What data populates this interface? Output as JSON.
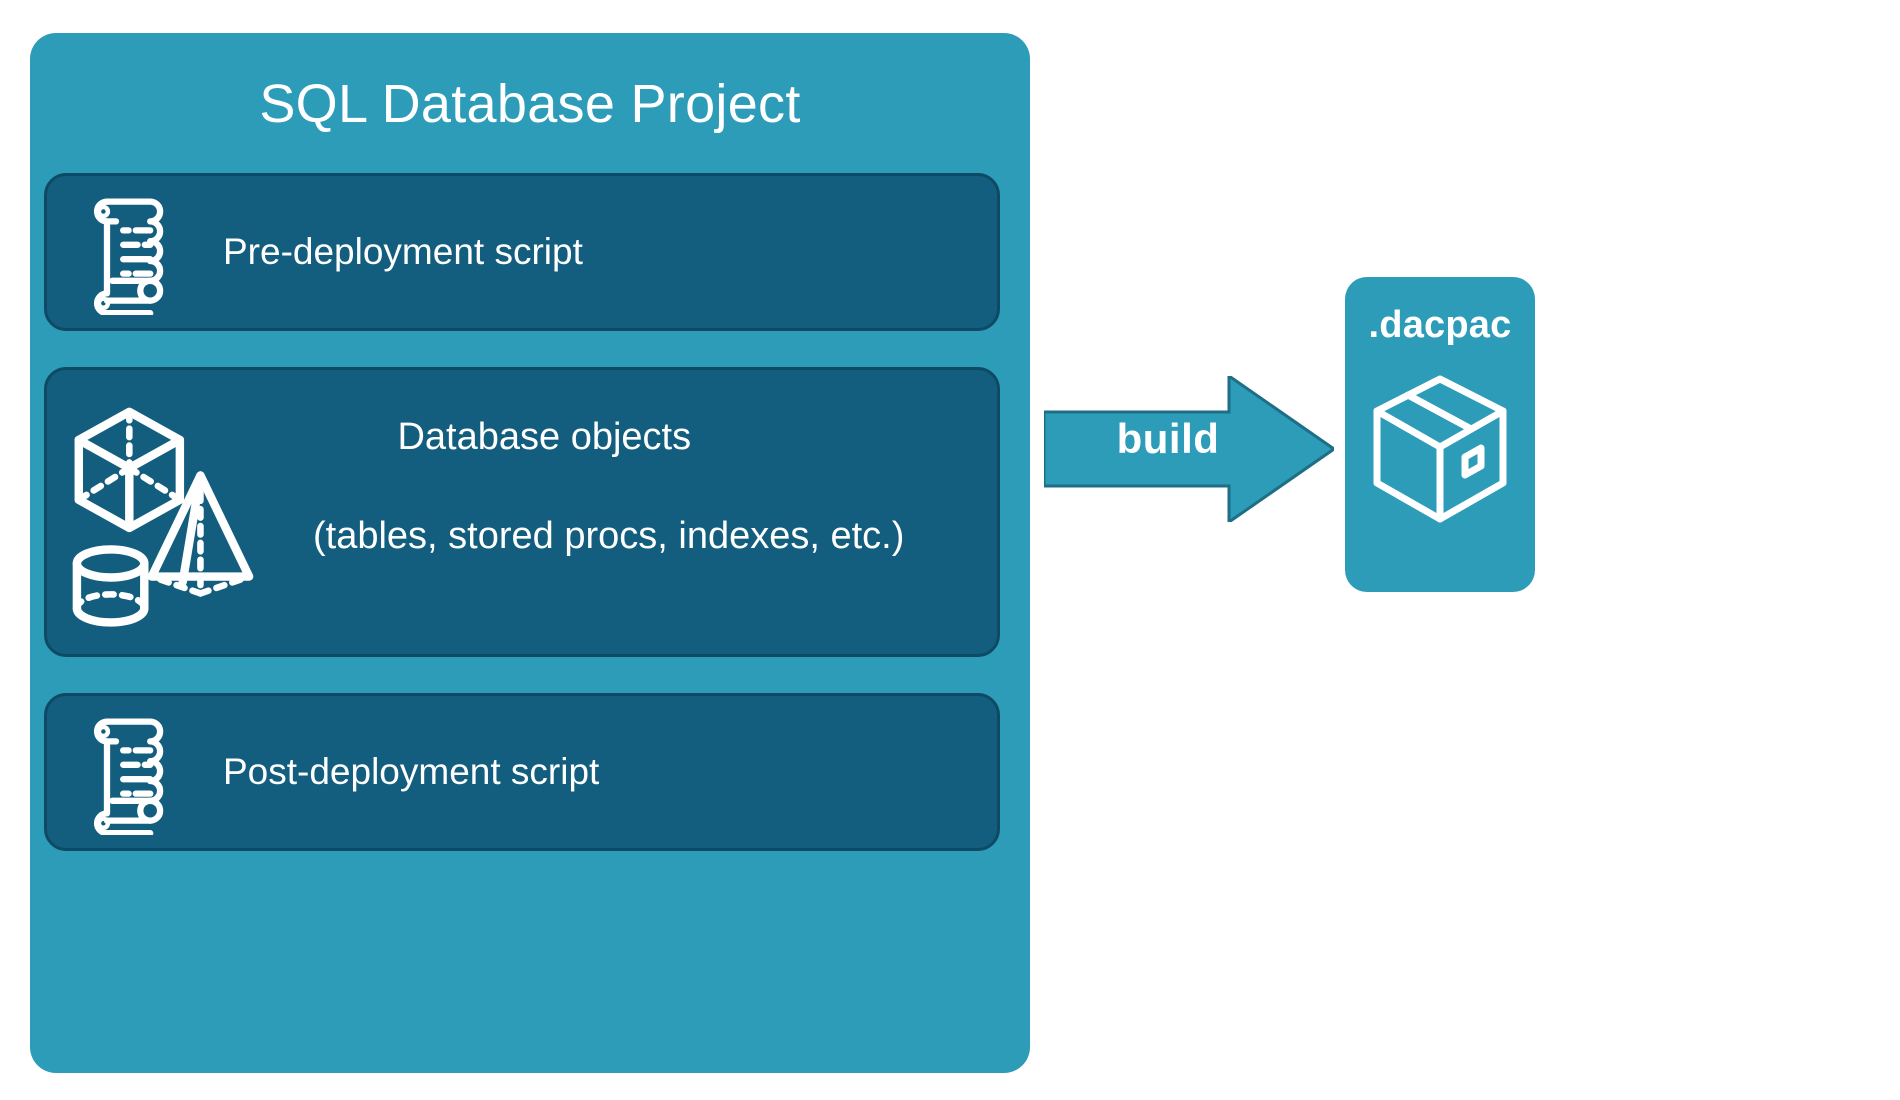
{
  "diagram": {
    "title": "SQL Database Project",
    "background_color": "#FFFFFF",
    "panel_color": "#2C9CB9",
    "card_color": "#135E7E",
    "card_border_color": "#0E4A63",
    "text_color": "#FFFFFF"
  },
  "project": {
    "title": "SQL Database Project",
    "cards": [
      {
        "id": "pre-deployment",
        "label": "Pre-deployment script",
        "icon": "scroll-icon"
      },
      {
        "id": "database-objects",
        "label_line1": "Database objects",
        "label_line2": "(tables, stored procs, indexes, etc.)",
        "icon": "3d-shapes-icon"
      },
      {
        "id": "post-deployment",
        "label": "Post-deployment script",
        "icon": "scroll-icon"
      }
    ]
  },
  "flow": {
    "arrow_label": "build",
    "arrow_icon": "right-block-arrow-icon",
    "arrow_color": "#2C9CB9"
  },
  "output": {
    "title": ".dacpac",
    "icon": "package-box-icon",
    "panel_color": "#2C9CB9"
  }
}
